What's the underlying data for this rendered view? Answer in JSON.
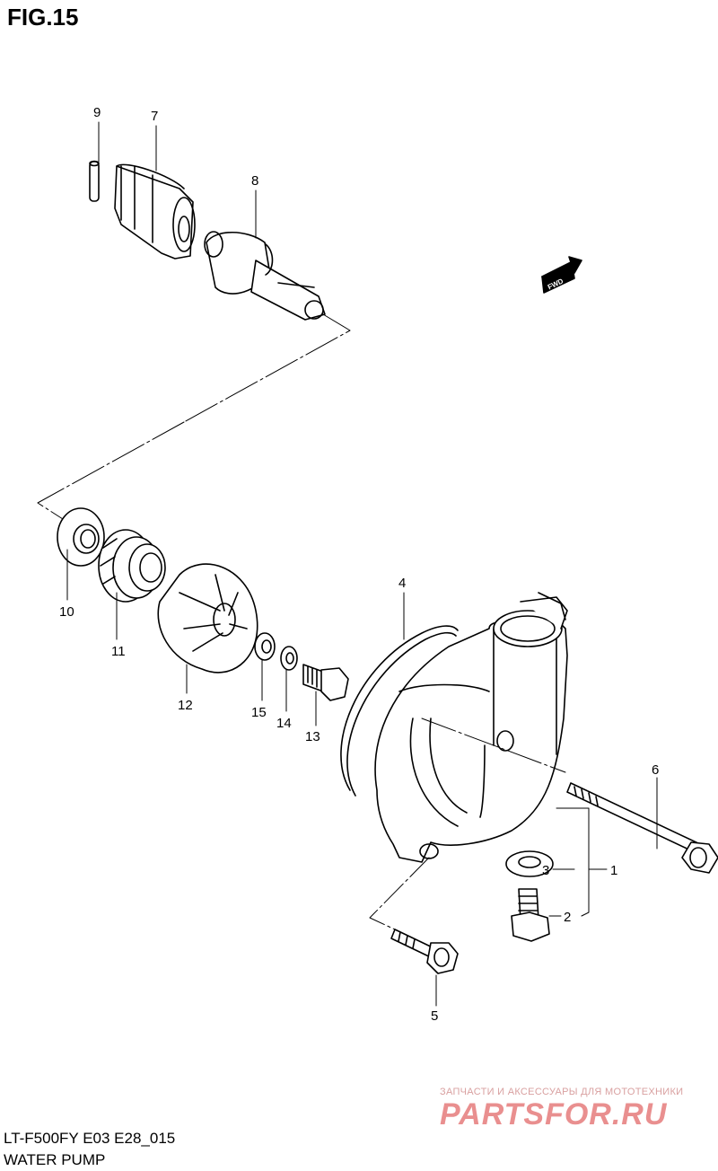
{
  "figure": {
    "title": "FIG.15",
    "code": "LT-F500FY E03 E28_015",
    "subtitle": "WATER PUMP"
  },
  "fwd_badge": "FWD",
  "callouts": [
    {
      "id": "c9",
      "label": "9"
    },
    {
      "id": "c7",
      "label": "7"
    },
    {
      "id": "c8",
      "label": "8"
    },
    {
      "id": "c4",
      "label": "4"
    },
    {
      "id": "c10",
      "label": "10"
    },
    {
      "id": "c11",
      "label": "11"
    },
    {
      "id": "c12",
      "label": "12"
    },
    {
      "id": "c15",
      "label": "15"
    },
    {
      "id": "c14",
      "label": "14"
    },
    {
      "id": "c13",
      "label": "13"
    },
    {
      "id": "c6",
      "label": "6"
    },
    {
      "id": "c3",
      "label": "3"
    },
    {
      "id": "c1",
      "label": "1"
    },
    {
      "id": "c2",
      "label": "2"
    },
    {
      "id": "c5",
      "label": "5"
    }
  ],
  "watermark": {
    "tagline": "ЗАПЧАСТИ И АКСЕССУАРЫ ДЛЯ МОТОТЕХНИКИ",
    "logo": "PARTSFOR.RU"
  },
  "colors": {
    "ink": "#000000",
    "watermark": "#e98f8f"
  }
}
